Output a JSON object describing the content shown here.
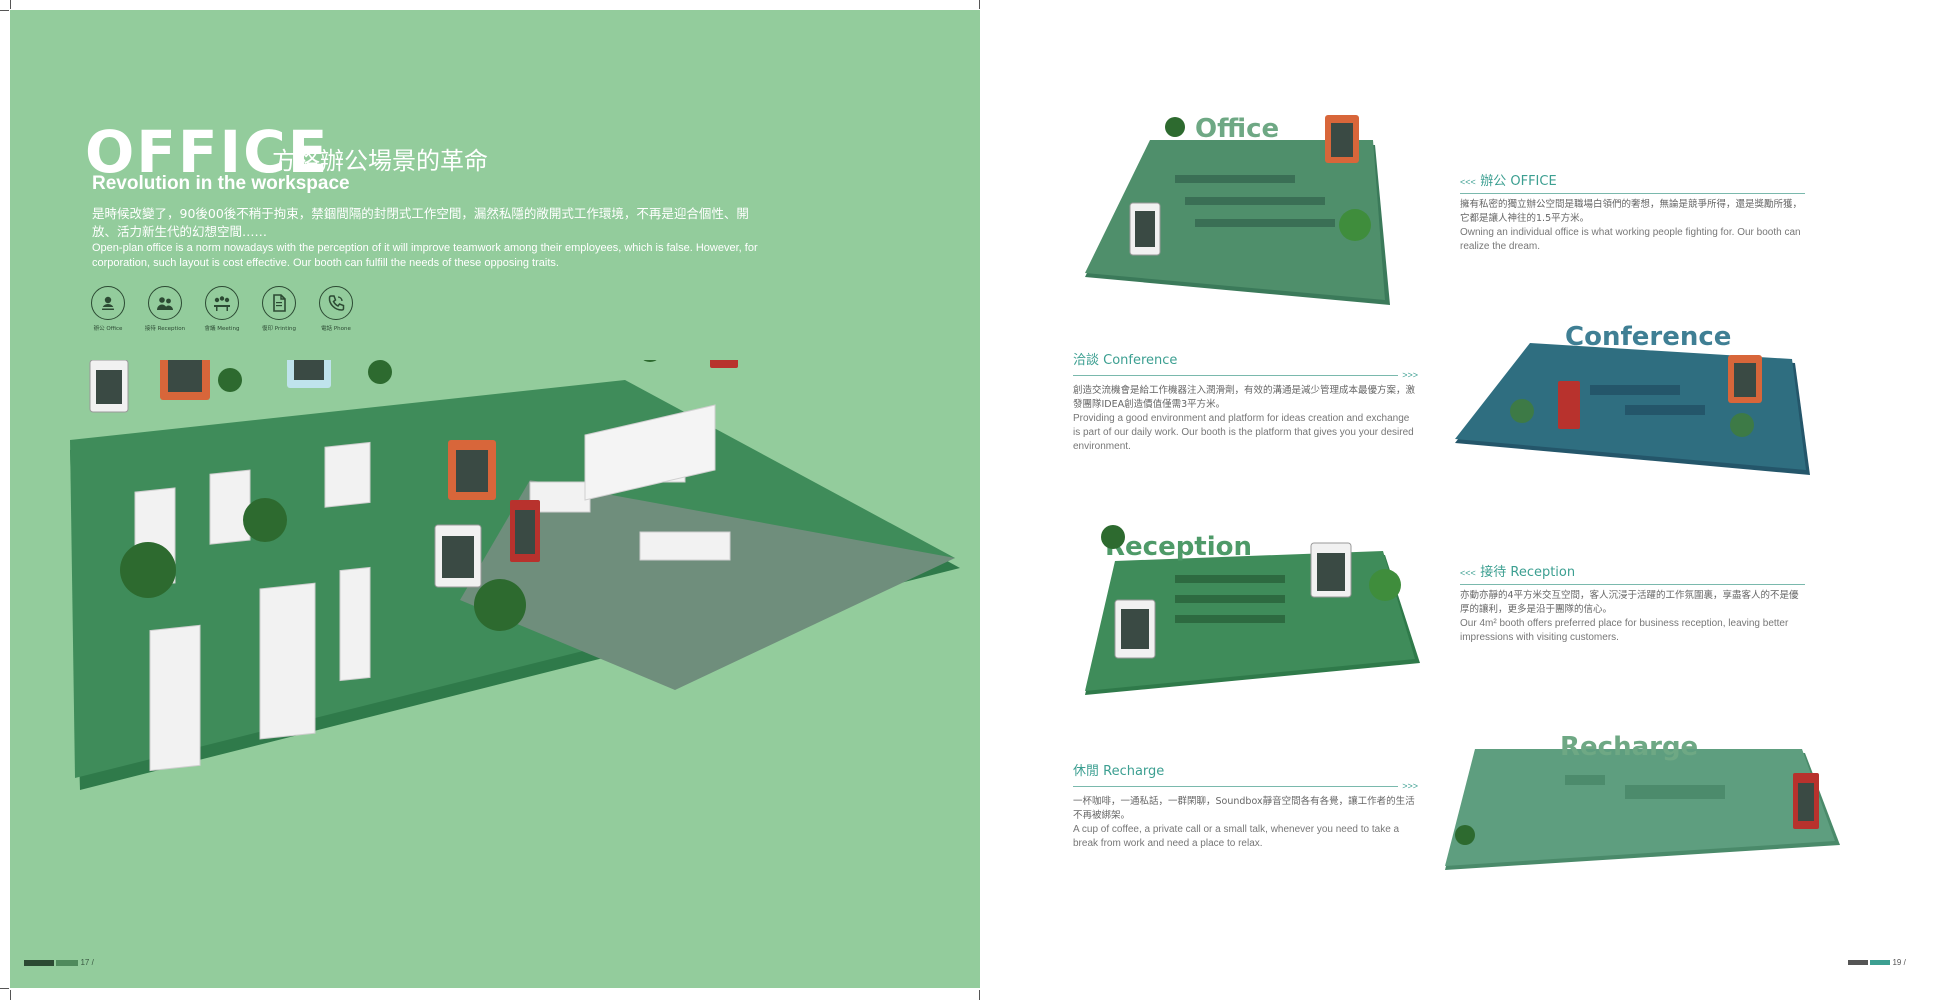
{
  "left": {
    "title_main": "OFFICE",
    "title_cn": "方格辦公場景的革命",
    "title_en": "Revolution in the workspace",
    "intro_cn": "是時候改變了，90後00後不稍于拘束，禁錮間隔的封閉式工作空間，漏然私隱的敞開式工作環境，不再是迎合個性、開放、活力新生代的幻想空間……",
    "intro_en": "Open-plan office is a norm nowadays with the perception of it will improve teamwork among their employees, which is false. However, for corporation, such layout is cost effective. Our booth can fulfill the needs of these opposing traits.",
    "icons": [
      {
        "name": "office-icon",
        "label": "辦公 Office",
        "glyph": "👤"
      },
      {
        "name": "reception-icon",
        "label": "接待 Reception",
        "glyph": "👥"
      },
      {
        "name": "meeting-icon",
        "label": "會議 Meeting",
        "glyph": "👪"
      },
      {
        "name": "printing-icon",
        "label": "復印 Printing",
        "glyph": "📄"
      },
      {
        "name": "phone-icon",
        "label": "電話 Phone",
        "glyph": "☎"
      }
    ],
    "footer": "17 /"
  },
  "right": {
    "office": {
      "arrow": "<<<",
      "title": "辦公 OFFICE",
      "cn": "擁有私密的獨立辦公空間是職場白領們的奢想，無論是競爭所得，還是獎勵所獲，它都是讓人神往的1.5平方米。",
      "en": "Owning an individual office is what working people fighting for. Our booth can realize the dream.",
      "render_label": "Office"
    },
    "conference": {
      "arrow": ">>>",
      "title": "洽談 Conference",
      "cn": "創造交流機會是給工作機器注入潤滑劑，有效的溝通是減少管理成本最優方案，激發團隊IDEA創造價值僅需3平方米。",
      "en": "Providing a good environment and platform for ideas creation and exchange is part of our daily work. Our booth is the platform that gives you your desired environment.",
      "render_label": "Conference"
    },
    "reception": {
      "arrow": "<<<",
      "title": "接待 Reception",
      "cn": "亦動亦靜的4平方米交互空間，客人沉浸于活躍的工作氛圍裏，享盡客人的不是優厚的讓利，更多是沿于團隊的信心。",
      "en": "Our 4m² booth offers preferred place for business reception, leaving better impressions with visiting customers.",
      "render_label": "Reception"
    },
    "recharge": {
      "arrow": ">>>",
      "title": "休閒 Recharge",
      "cn": "一杯咖啡，一通私話，一群閑聊，Soundbox靜音空間各有各覺，讓工作者的生活不再被綁架。",
      "en": "A cup of coffee, a private call or a small talk, whenever you need to take a break from work and need a place to relax.",
      "render_label": "Recharge"
    },
    "footer": "19 /"
  },
  "colors": {
    "page_green": "#93cc9c",
    "floor_green": "#3f8c5a",
    "teal": "#3c9f91",
    "conference_blue": "#2f6e80",
    "booth_orange": "#d8663a",
    "booth_red": "#b8322d"
  }
}
